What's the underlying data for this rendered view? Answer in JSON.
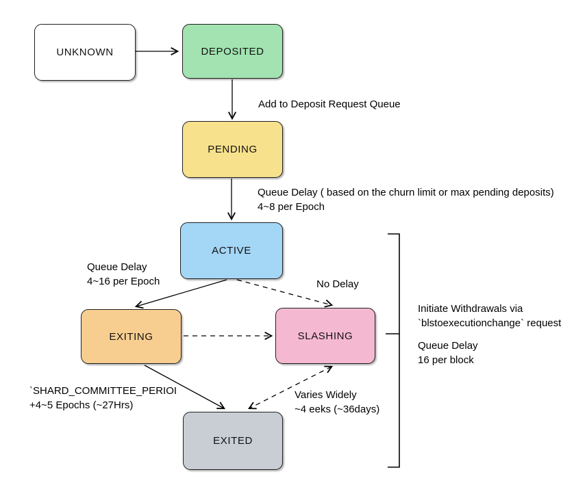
{
  "canvas": {
    "background": "#ffffff",
    "line_color": "#000000"
  },
  "nodes": [
    {
      "id": "unknown",
      "label": "UNKNOWN",
      "fill": "#ffffff"
    },
    {
      "id": "deposited",
      "label": "DEPOSITED",
      "fill": "#a2e3b1"
    },
    {
      "id": "pending",
      "label": "PENDING",
      "fill": "#f8e18c"
    },
    {
      "id": "active",
      "label": "ACTIVE",
      "fill": "#a4d6f6"
    },
    {
      "id": "exiting",
      "label": "EXITING",
      "fill": "#f8ce90"
    },
    {
      "id": "slashing",
      "label": "SLASHING",
      "fill": "#f5b8d1"
    },
    {
      "id": "exited",
      "label": "EXITED",
      "fill": "#c9cdd4"
    }
  ],
  "edge_labels": {
    "deposited_to_pending": "Add to Deposit Request Queue",
    "pending_to_active_line1": "Queue Delay ( based on the churn limit or max pending deposits)",
    "pending_to_active_line2": "4~8 per Epoch",
    "active_to_exiting_line1": "Queue Delay",
    "active_to_exiting_line2": "4~16 per Epoch",
    "active_to_slashing": "No Delay",
    "exiting_to_exited_line1": "`SHARD_COMMITTEE_PERIOI",
    "exiting_to_exited_line2": "+4~5 Epochs (~27Hrs)",
    "slashing_to_exited_line1": "Varies Widely",
    "slashing_to_exited_line2": "~4 eeks (~36days)"
  },
  "bracket_note": {
    "line1": "Initiate Withdrawals via",
    "line2": "`blstoexecutionchange` request",
    "line3": "Queue Delay",
    "line4": "16 per block"
  }
}
